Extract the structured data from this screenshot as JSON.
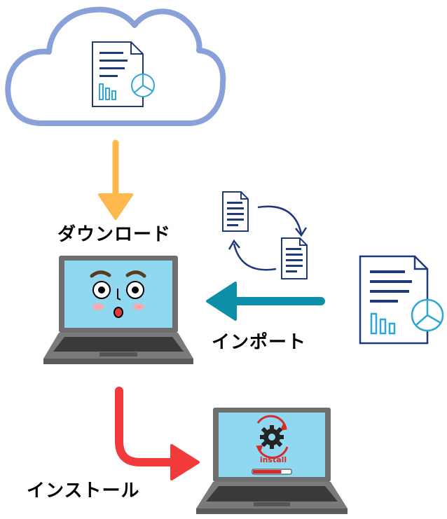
{
  "labels": {
    "download": "ダウンロード",
    "import": "インポート",
    "install": "インストール",
    "install_screen": "install"
  },
  "install_progress": 0.75,
  "colors": {
    "cloud_outline": "#8aa0d8",
    "document_navy": "#1f3a7a",
    "document_accent": "#2ea6d6",
    "arrow_download": "#ffb84d",
    "arrow_import": "#0e8fa8",
    "arrow_install": "#f23a3a",
    "laptop_screen": "#8fd8f0",
    "laptop_body": "#6e6e6e",
    "laptop_keys": "#3a3a3a"
  }
}
